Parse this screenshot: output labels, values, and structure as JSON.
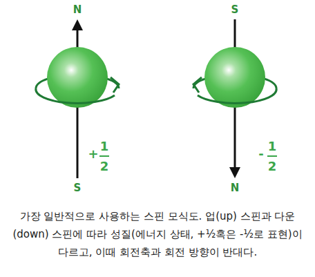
{
  "diagram": {
    "caption": "가장 일반적으로 사용하는 스핀 모식도. 업(up) 스핀과 다운(down) 스핀에 따라 성질(에너지 상태, +½혹은 -½로 표현)이 다르고, 이때 회전축과 회전 방향이 반대다.",
    "labels": [
      "N",
      "S",
      "+",
      "1",
      "2",
      "-",
      "1",
      "2",
      "S",
      "N"
    ]
  }
}
